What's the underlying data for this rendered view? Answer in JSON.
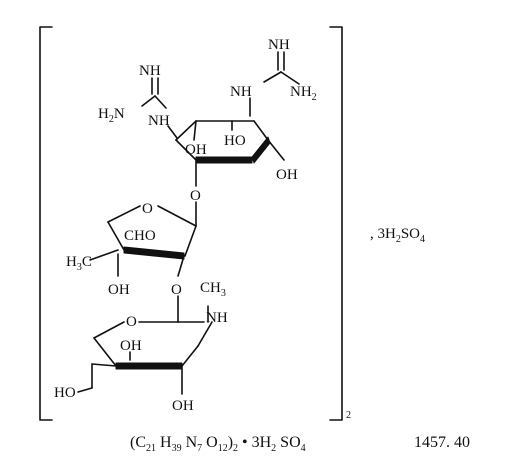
{
  "structure": {
    "bracket_subscript": "2",
    "salt_note": {
      "prefix": ", 3H",
      "sub1": "2",
      "suffix": "SO",
      "sub2": "4"
    },
    "atoms": {
      "top_imine": "NH",
      "top_amine": {
        "main": "NH",
        "sub": "2"
      },
      "top_nh": "NH",
      "left_imine": "NH",
      "left_amine": {
        "main": "H",
        "sub": "2",
        "tail": "N"
      },
      "left_nh": "NH",
      "oh_ring1_a": "OH",
      "oh_ring1_b": "HO",
      "oh_ring1_c": "OH",
      "glyco_o1": "O",
      "ring2_o": "O",
      "cho": "CHO",
      "methyl": {
        "main": "H",
        "sub": "3",
        "tail": "C"
      },
      "oh_ring2": "OH",
      "glyco_o2": "O",
      "n_methyl": {
        "main": "CH",
        "sub": "3"
      },
      "ring3_nh": "NH",
      "ring3_o": "O",
      "oh_ring3_a": "OH",
      "ho_ring3": "HO",
      "oh_ring3_b": "OH"
    }
  },
  "formula_line": {
    "open": "(C",
    "c_sub": "21",
    "h": " H",
    "h_sub": "39",
    "n": " N",
    "n_sub": "7",
    "o": " O",
    "o_sub": "12",
    "close": ")",
    "outer_sub": "2",
    "dot": " • 3H",
    "h2_sub": "2",
    "so": " SO",
    "so_sub": "4",
    "mw": "1457. 40"
  }
}
